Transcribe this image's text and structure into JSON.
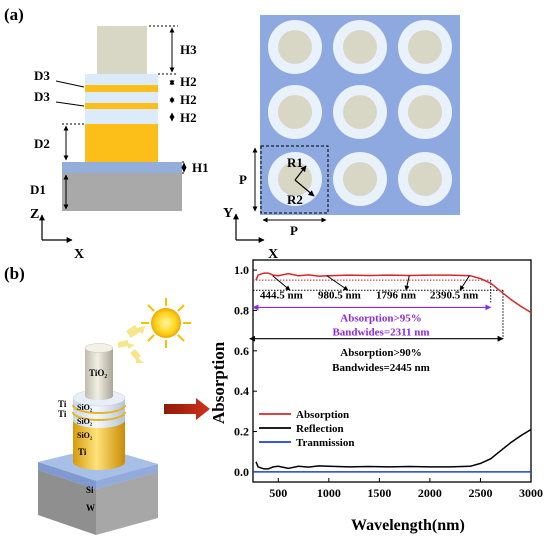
{
  "panel_a": {
    "label": "(a)",
    "cross_section": {
      "dims_right": [
        "H3",
        "H2",
        "H2",
        "H2",
        "H1"
      ],
      "dims_left": [
        "D3",
        "D3",
        "D2",
        "D1"
      ],
      "axis_vertical": "Z",
      "axis_horizontal": "X"
    },
    "top_view": {
      "r1": "R1",
      "r2": "R2",
      "period_vertical": "P",
      "period_horizontal": "P",
      "axis_vertical": "Y",
      "axis_horizontal": "X"
    },
    "colors": {
      "tio2": "#d8d6c5",
      "sio2": "#dcebfa",
      "ti": "#fcbf1a",
      "si": "#93aeda",
      "w": "#a9a9a9",
      "substrate_top": "#8ea9df",
      "ring": "#e9f1fb"
    }
  },
  "panel_b": {
    "label": "(b)",
    "model_labels": {
      "tio2": "TiO₂",
      "ti_top": "Ti",
      "ti_mid": "Ti",
      "sio2_1": "SiO₂",
      "sio2_2": "SiO₂",
      "sio2_3": "SiO₂",
      "ti_bottom": "Ti",
      "si": "Si",
      "w": "W"
    }
  },
  "chart_data": {
    "type": "line",
    "xlabel": "Wavelength(nm)",
    "ylabel": "Absorption",
    "xlim": [
      250,
      3000
    ],
    "ylim": [
      -0.05,
      1.05
    ],
    "xticks": [
      "500",
      "1000",
      "1500",
      "2000",
      "2500",
      "3000"
    ],
    "yticks": [
      "0.0",
      "0.2",
      "0.4",
      "0.6",
      "0.8",
      "1.0"
    ],
    "legend": {
      "placement": "lower-left",
      "entries": [
        "Absorption",
        "Reflection",
        "Tranmission"
      ]
    },
    "series": [
      {
        "name": "Absorption",
        "color": "#d62728",
        "x": [
          280,
          300,
          330,
          360,
          400,
          450,
          500,
          600,
          700,
          800,
          900,
          1000,
          1200,
          1400,
          1600,
          1800,
          2000,
          2200,
          2400,
          2500,
          2600,
          2700,
          2800,
          2900,
          3000
        ],
        "y": [
          0.95,
          0.975,
          0.98,
          0.985,
          0.985,
          0.975,
          0.972,
          0.982,
          0.972,
          0.976,
          0.97,
          0.972,
          0.975,
          0.973,
          0.975,
          0.973,
          0.975,
          0.975,
          0.972,
          0.958,
          0.935,
          0.895,
          0.855,
          0.82,
          0.79
        ]
      },
      {
        "name": "Reflection",
        "color": "#000000",
        "x": [
          280,
          300,
          330,
          360,
          400,
          450,
          500,
          600,
          700,
          800,
          900,
          1000,
          1200,
          1400,
          1600,
          1800,
          2000,
          2200,
          2400,
          2500,
          2600,
          2700,
          2800,
          2900,
          3000
        ],
        "y": [
          0.05,
          0.025,
          0.02,
          0.015,
          0.015,
          0.025,
          0.028,
          0.018,
          0.028,
          0.024,
          0.03,
          0.028,
          0.025,
          0.027,
          0.025,
          0.027,
          0.025,
          0.025,
          0.028,
          0.042,
          0.065,
          0.105,
          0.145,
          0.18,
          0.21
        ]
      },
      {
        "name": "Tranmission",
        "color": "#1f3fd6",
        "x": [
          250,
          3000
        ],
        "y": [
          0.0,
          0.0
        ]
      }
    ],
    "annotations": {
      "points": [
        "444.5 nm",
        "980.5 nm",
        "1796 nm",
        "2390.5 nm"
      ],
      "band95_title": "Absorption>95%",
      "band95_width": "Bandwides=2311 nm",
      "band90_title": "Absorption>90%",
      "band90_width": "Bandwides=2445 nm",
      "band95_range": [
        290,
        2601
      ],
      "band90_range": [
        278,
        2723
      ],
      "band95_color": "#8b2be2"
    }
  }
}
